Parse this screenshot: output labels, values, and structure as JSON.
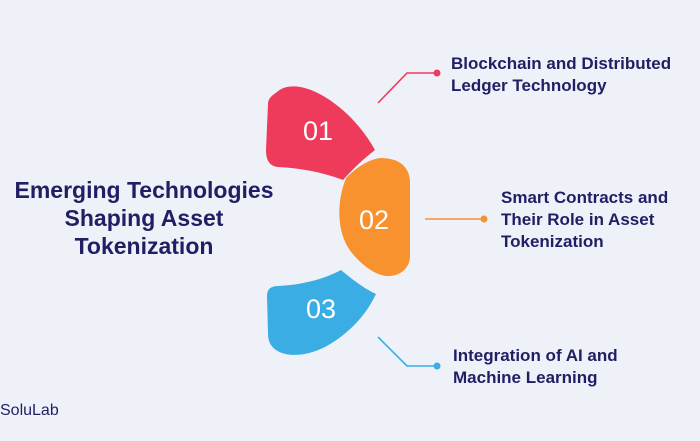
{
  "title": {
    "line1": "Emerging Technologies",
    "line2": "Shaping Asset",
    "line3": "Tokenization"
  },
  "segments": [
    {
      "number": "01",
      "color": "#ee3a5b",
      "lines": [
        "Blockchain and Distributed",
        "Ledger Technology"
      ]
    },
    {
      "number": "02",
      "color": "#f8922f",
      "lines": [
        "Smart Contracts and",
        "Their Role in Asset",
        "Tokenization"
      ]
    },
    {
      "number": "03",
      "color": "#3aaee4",
      "lines": [
        "Integration of AI and",
        "Machine Learning"
      ]
    }
  ],
  "brand": {
    "name": "SoluLab"
  }
}
